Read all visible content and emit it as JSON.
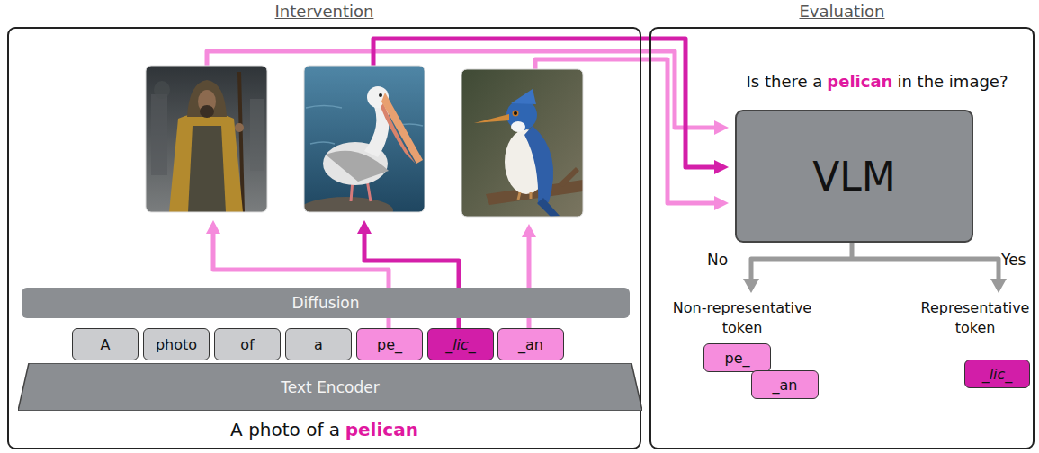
{
  "diagram": {
    "nodes": [
      {
        "text": [
          "Intervention"
        ]
      },
      {
        "text": [
          "Diffusion"
        ],
        "in": 0
      },
      {
        "text": [
          "A"
        ],
        "in": 0
      },
      {
        "text": [
          "photo"
        ],
        "in": 0
      },
      {
        "text": [
          "of"
        ],
        "in": 0
      },
      {
        "text": [
          "a"
        ],
        "in": 0
      },
      {
        "text": [
          "pe_"
        ],
        "in": 0
      },
      {
        "text": [
          "_lic_"
        ],
        "in": 0
      },
      {
        "text": [
          "_an"
        ],
        "in": 0
      },
      {
        "text": [
          "Text Encoder"
        ],
        "in": 0
      },
      {
        "text": [
          "Evaluation"
        ]
      },
      {
        "text": [
          "VLM"
        ],
        "in": 10
      },
      {
        "text": [
          "pe_"
        ],
        "in": 10
      },
      {
        "text": [
          "_an"
        ],
        "in": 10
      },
      {
        "text": [
          "_lic_"
        ],
        "in": 10
      }
    ],
    "labels": [
      "A photo of a",
      "pelican",
      "Is there a",
      "pelican",
      "in the image?",
      "No",
      "Yes",
      "Non-representative token",
      "Representative token"
    ]
  }
}
